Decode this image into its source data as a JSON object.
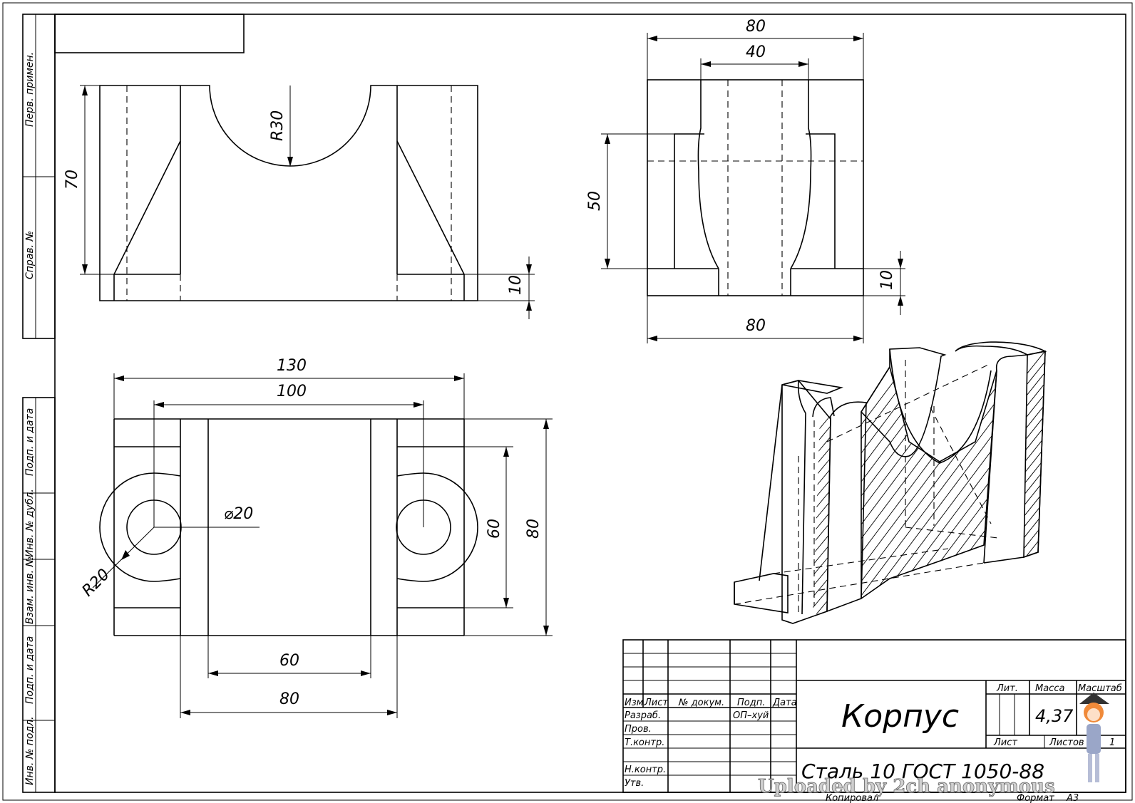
{
  "dimensions": {
    "front_radius": "R30",
    "front_height": "70",
    "front_base": "10",
    "side_top_outer": "80",
    "side_top_inner": "40",
    "side_height": "50",
    "side_base": "10",
    "side_bottom": "80",
    "plan_total": "130",
    "plan_holes": "100",
    "plan_diameter": "⌀20",
    "plan_radius": "R20",
    "plan_inner_height": "60",
    "plan_outer_height": "80",
    "plan_bottom_inner": "60",
    "plan_bottom_outer": "80"
  },
  "sidebar": {
    "perv_primen": "Перв. примен.",
    "sprav_no": "Справ. №",
    "podp_data_1": "Подп. и дата",
    "inv_dubl": "Инв. № дубл.",
    "vzam_inv": "Взам. инв. №",
    "podp_data_2": "Подп. и дата",
    "inv_podl": "Инв. № подл."
  },
  "title_block": {
    "title": "Корпус",
    "material": "Сталь 10 ГОСТ 1050-88",
    "col_izm": "Изм.",
    "col_list": "Лист",
    "col_doc": "№ докум.",
    "col_podp": "Подп.",
    "col_data": "Дата",
    "row_razrab": "Разраб.",
    "row_prov": "Пров.",
    "row_tkontr": "Т.контр.",
    "row_nkontr": "Н.контр.",
    "row_utv": "Утв.",
    "razrab_podp": "ОП–хуй",
    "lit": "Лит.",
    "massa": "Масса",
    "masshtab": "Масштаб",
    "mass_value": "4,37",
    "list": "Лист",
    "listov": "Листов",
    "listov_value": "1",
    "kopiroval": "Копировал",
    "format": "Формат",
    "format_value": "А3"
  },
  "watermark": "Uploaded by 2ch anonymous"
}
